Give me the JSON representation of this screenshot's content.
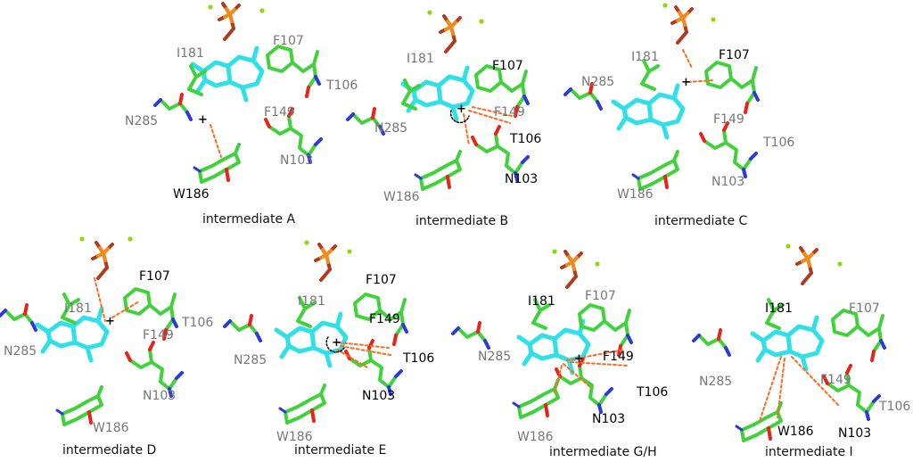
{
  "colors": {
    "carbon": "#3fd23a",
    "substrate": "#2fe0e6",
    "oxygen": "#e8231c",
    "nitrogen": "#2b3ad8",
    "phosphorus": "#f08a1a",
    "phosphate_dark": "#b03a1c",
    "magnesium": "#8ad80f",
    "hbond": "#ff6a1f",
    "label_black": "#000000",
    "label_gray": "#777777"
  },
  "panels": [
    {
      "caption": "intermediate A",
      "labels": {
        "I181": "I181",
        "F107": "F107",
        "N285": "N285",
        "T106": "T106",
        "F149": "F149",
        "N103": "N103",
        "W186": "W186"
      }
    },
    {
      "caption": "intermediate B",
      "labels": {
        "I181": "I181",
        "F107": "F107",
        "N285": "N285",
        "T106": "T106",
        "F149": "F149",
        "N103": "N103",
        "W186": "W186"
      }
    },
    {
      "caption": "intermediate C",
      "labels": {
        "I181": "I181",
        "F107": "F107",
        "N285": "N285",
        "T106": "T106",
        "F149": "F149",
        "N103": "N103",
        "W186": "W186"
      }
    },
    {
      "caption": "intermediate D",
      "labels": {
        "I181": "I181",
        "F107": "F107",
        "N285": "N285",
        "T106": "T106",
        "F149": "F149",
        "N103": "N103",
        "W186": "W186"
      }
    },
    {
      "caption": "intermediate E",
      "labels": {
        "I181": "I181",
        "F107": "F107",
        "N285": "N285",
        "T106": "T106",
        "F149": "F149",
        "N103": "N103",
        "W186": "W186"
      }
    },
    {
      "caption": "intermediate G/H",
      "labels": {
        "I181": "I181",
        "F107": "F107",
        "N285": "N285",
        "T106": "T106",
        "F149": "F149",
        "N103": "N103",
        "W186": "W186"
      }
    },
    {
      "caption": "intermediate I",
      "labels": {
        "I181": "I181",
        "F107": "F107",
        "N285": "N285",
        "T106": "T106",
        "F149": "F149",
        "N103": "N103",
        "W186": "W186"
      }
    }
  ],
  "charge_symbol": "+"
}
